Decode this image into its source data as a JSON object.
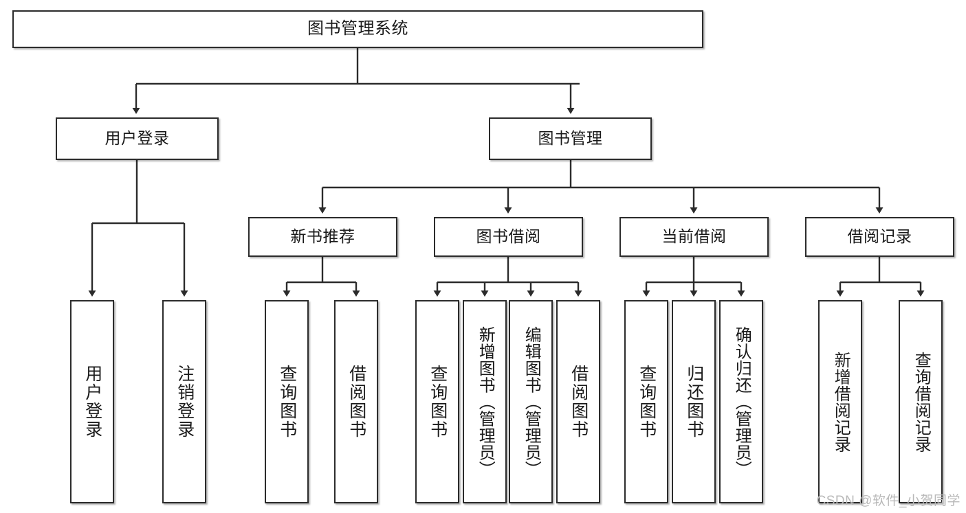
{
  "diagram": {
    "title": "图书管理系统",
    "root": {
      "label": "图书管理系统"
    },
    "level2": [
      {
        "label": "用户登录"
      },
      {
        "label": "图书管理"
      }
    ],
    "level3": [
      {
        "label": "新书推荐"
      },
      {
        "label": "图书借阅"
      },
      {
        "label": "当前借阅"
      },
      {
        "label": "借阅记录"
      }
    ],
    "leaves": {
      "user_login": [
        {
          "label": "用户登录"
        },
        {
          "label": "注销登录"
        }
      ],
      "new_book": [
        {
          "label": "查询图书"
        },
        {
          "label": "借阅图书"
        }
      ],
      "borrow": [
        {
          "label": "查询图书"
        },
        {
          "label": "新增图书（管理员）"
        },
        {
          "label": "编辑图书（管理员）"
        },
        {
          "label": "借阅图书"
        }
      ],
      "current": [
        {
          "label": "查询图书"
        },
        {
          "label": "归还图书"
        },
        {
          "label": "确认归还（管理员）"
        }
      ],
      "records": [
        {
          "label": "新增借阅记录"
        },
        {
          "label": "查询借阅记录"
        }
      ]
    },
    "watermark": "CSDN @软件_小贺同学",
    "colors": {
      "stroke": "#2b2b2b",
      "fill": "#ffffff",
      "text": "#1a1a1a",
      "watermark": "#b9b9b9"
    }
  }
}
